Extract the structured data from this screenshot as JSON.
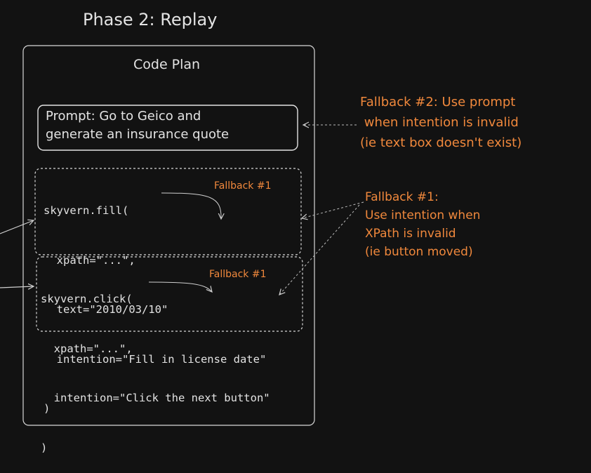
{
  "title": "Phase 2: Replay",
  "code_plan": {
    "title": "Code Plan",
    "prompt": "Prompt: Go to Geico and\ngenerate an insurance quote",
    "fill_block": {
      "lines": [
        "skyvern.fill(",
        "  xpath=\"...\",",
        "  text=\"2010/03/10\"",
        "  intention=\"Fill in license date\"",
        ")"
      ],
      "fallback_label": "Fallback #1"
    },
    "click_block": {
      "lines": [
        "skyvern.click(",
        "  xpath=\"...\",",
        "  intention=\"Click the next button\"",
        ")"
      ],
      "fallback_label": "Fallback #1"
    }
  },
  "annotations": {
    "fallback2": "Fallback #2: Use prompt\n when intention is invalid\n(ie text box doesn't exist)",
    "fallback1": "Fallback #1:\nUse intention when\nXPath is invalid\n(ie button moved)"
  },
  "colors": {
    "background": "#121212",
    "stroke": "#e3e3e3",
    "accent": "#f0883c"
  }
}
